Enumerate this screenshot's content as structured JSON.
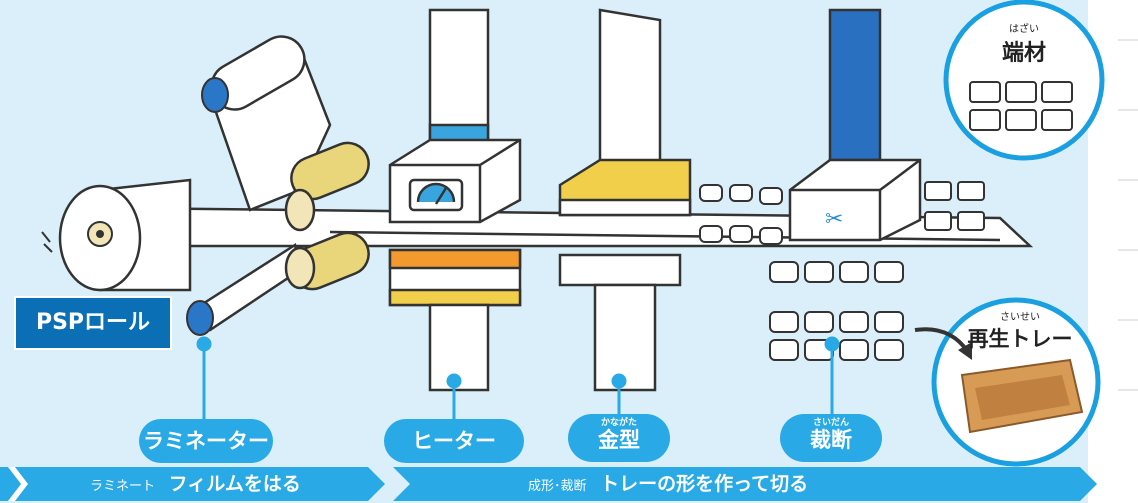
{
  "labels": {
    "psp_roll": "PSPロール",
    "laminator": "ラミネーター",
    "heater": "ヒーター",
    "mold_ruby": "かながた",
    "mold": "金型",
    "cutting_ruby": "さいだん",
    "cutting": "裁断",
    "scrap_ruby": "はざい",
    "scrap": "端材",
    "recycled_ruby": "さいせい",
    "recycled_tray": "再生トレー"
  },
  "banners": {
    "laminate_tag": "ラミネート",
    "laminate_title": "フィルムをはる",
    "forming_tag": "成形･裁断",
    "forming_title": "トレーの形を作って切る"
  },
  "colors": {
    "accent": "#29a9e6",
    "dark_accent": "#0a6fb4",
    "background": "#daeff9"
  }
}
